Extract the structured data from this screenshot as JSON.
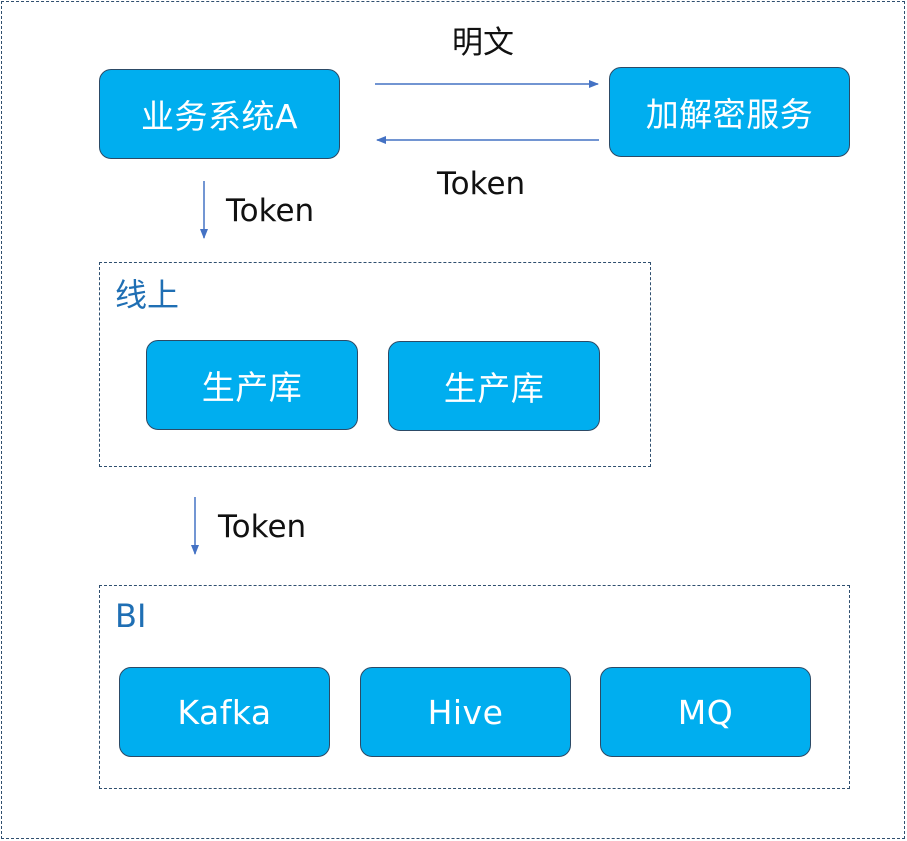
{
  "diagram": {
    "nodes": {
      "system_a": "业务系统A",
      "crypto_service": "加解密服务",
      "prod_db_1": "生产库",
      "prod_db_2": "生产库",
      "kafka": "Kafka",
      "hive": "Hive",
      "mq": "MQ"
    },
    "groups": {
      "online": "线上",
      "bi": "BI"
    },
    "edges": {
      "plaintext": "明文",
      "token_return": "Token",
      "token_to_online": "Token",
      "token_to_bi": "Token"
    },
    "colors": {
      "node_fill": "#00aeef",
      "node_border": "#2c4a66",
      "group_label": "#1f6fb4",
      "arrow": "#4472c4",
      "frame": "#2f4f6f"
    }
  }
}
